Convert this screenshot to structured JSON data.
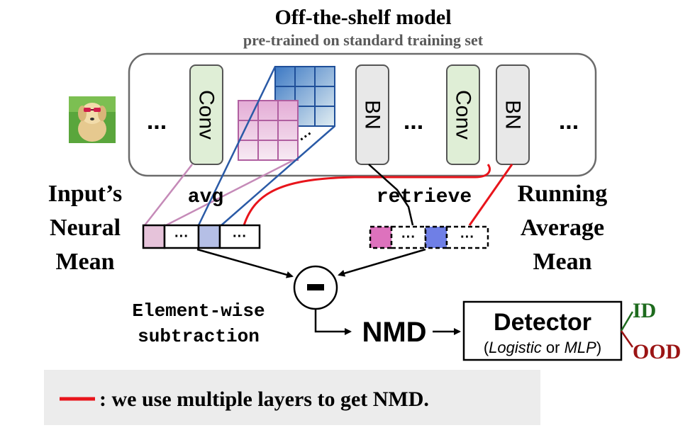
{
  "title": "Off-the-shelf model",
  "subtitle": "pre-trained on standard training set",
  "model": {
    "ellipsis": "...",
    "conv_label": "Conv",
    "bn_label": "BN"
  },
  "labels": {
    "avg": "avg",
    "retrieve": "retrieve",
    "input_mean": [
      "Input’s",
      "Neural",
      "Mean"
    ],
    "running_mean": [
      "Running",
      "Average",
      "Mean"
    ],
    "subtraction_op": [
      "Element-wise",
      "subtraction"
    ],
    "minus_symbol": "-",
    "nmd": "NMD",
    "cell_dots": "···"
  },
  "detector": {
    "title": "Detector",
    "open": "(",
    "opt1": "Logistic",
    "or": " or ",
    "opt2": "MLP",
    "close": ")",
    "out_id": "ID",
    "out_ood": "OOD"
  },
  "legend": {
    "text": ": we use multiple layers to get NMD."
  },
  "colors": {
    "red_line": "#e8141b",
    "purple_line": "#c58ab8",
    "blue_line": "#2a5aa6",
    "conv_fill": "#dfeed6",
    "bn_fill": "#e8e8e8",
    "input_pink": "#e6c3da",
    "input_blue": "#b5bfe6",
    "running_pink": "#dd72bd",
    "running_blue": "#6f7fe6",
    "id_green": "#1e6b1e",
    "ood_red": "#9b1414",
    "legend_bg": "#ececec"
  },
  "image_icon": "dog-with-sunglasses-photo"
}
